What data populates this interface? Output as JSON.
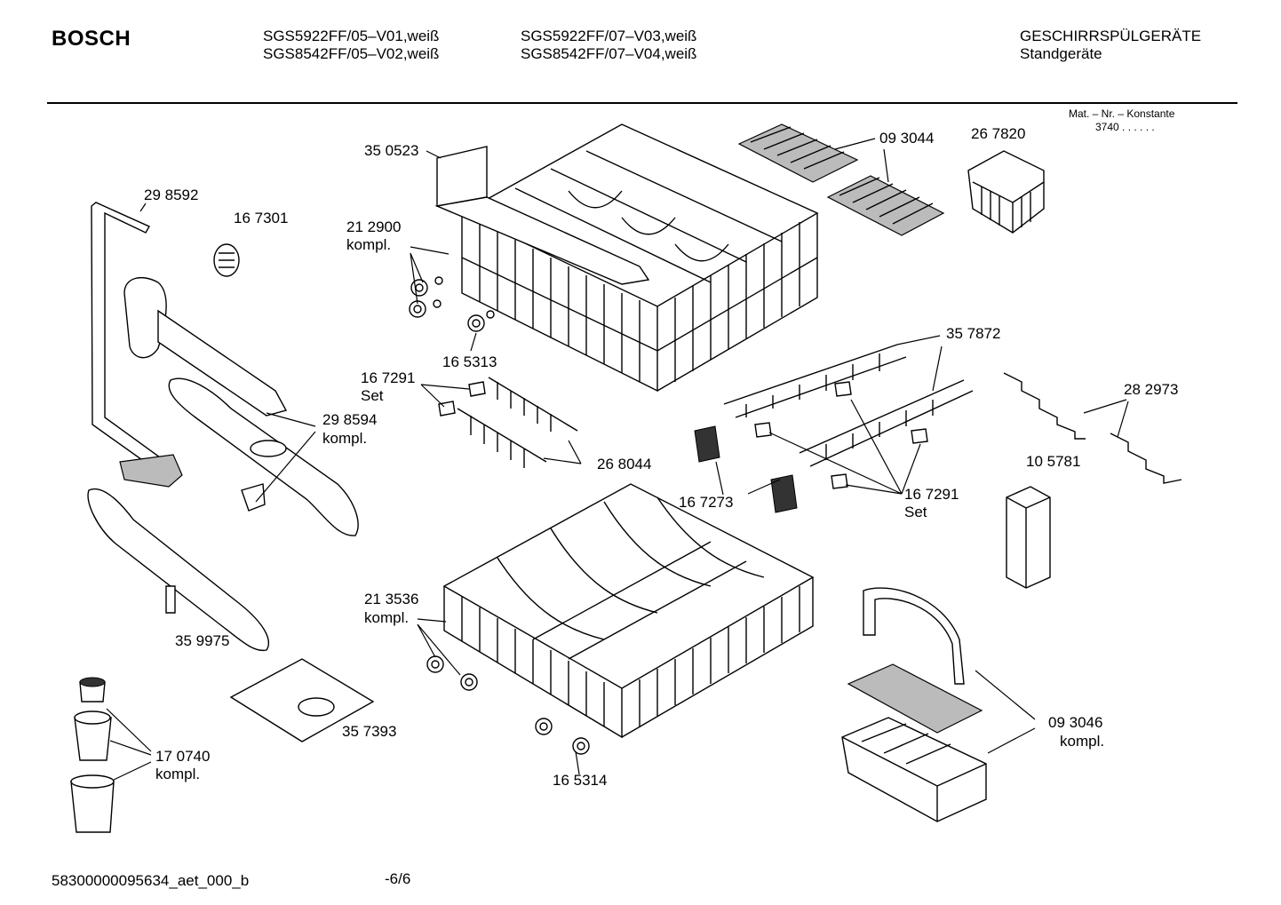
{
  "header": {
    "brand": "BOSCH",
    "models_col1": [
      "SGS5922FF/05–V01,weiß",
      "SGS8542FF/05–V02,weiß"
    ],
    "models_col2": [
      "SGS5922FF/07–V03,weiß",
      "SGS8542FF/07–V04,weiß"
    ],
    "category": "GESCHIRRSPÜLGERÄTE",
    "subcategory": "Standgeräte"
  },
  "material_note": {
    "title": "Mat. – Nr. – Konstante",
    "value": "3740  .  .    .  .  .  ."
  },
  "parts": {
    "p350523": "35 0523",
    "p212900": "21 2900",
    "p212900_sub": "kompl.",
    "p093044": "09 3044",
    "p267820": "26 7820",
    "p298592": "29 8592",
    "p167301": "16 7301",
    "p165313": "16 5313",
    "p357872": "35 7872",
    "p167291a": "16 7291",
    "p167291a_sub": "Set",
    "p298594": "29 8594",
    "p298594_sub": "kompl.",
    "p268044": "26 8044",
    "p282973": "28 2973",
    "p105781": "10 5781",
    "p167273": "16 7273",
    "p167291b": "16 7291",
    "p167291b_sub": "Set",
    "p213536": "21 3536",
    "p213536_sub": "kompl.",
    "p359975": "35 9975",
    "p357393": "35 7393",
    "p093046": "09 3046",
    "p093046_sub": "kompl.",
    "p170740": "17 0740",
    "p170740_sub": "kompl.",
    "p165314": "16 5314"
  },
  "footer": {
    "doc_id": "58300000095634_aet_000_b",
    "page": "-6/6"
  }
}
